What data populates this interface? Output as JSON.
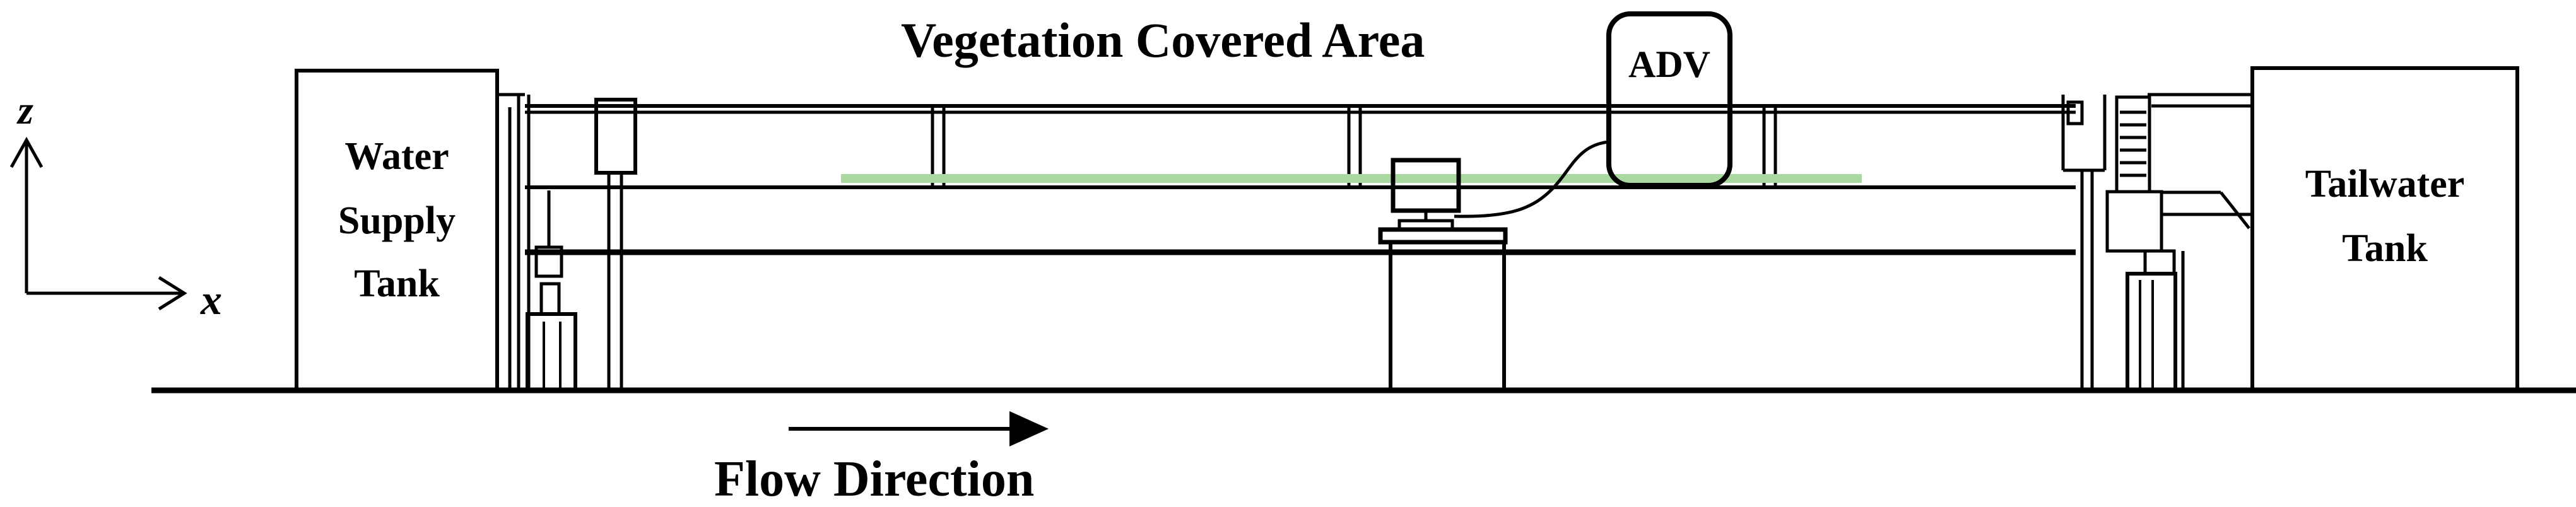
{
  "labels": {
    "vegetation_area": "Vegetation Covered Area",
    "adv": "ADV",
    "water_supply_line1": "Water",
    "water_supply_line2": "Supply",
    "water_supply_line3": "Tank",
    "tailwater_line1": "Tailwater",
    "tailwater_line2": "Tank",
    "flow_direction": "Flow Direction"
  },
  "axes": {
    "z": "z",
    "x": "x"
  },
  "colors": {
    "vegetation": "#a9d9a0",
    "line": "#000000",
    "background": "#ffffff"
  }
}
